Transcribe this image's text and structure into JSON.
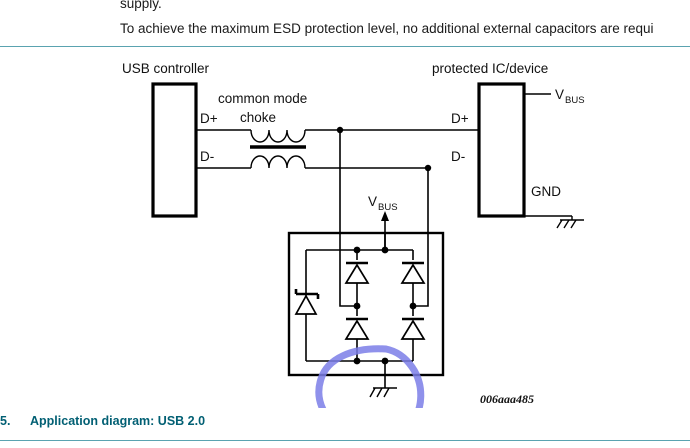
{
  "document": {
    "paragraphs": [
      {
        "id": "supply",
        "text": "supply."
      },
      {
        "id": "esd",
        "text": "To achieve the maximum ESD protection level, no additional external capacitors are requi"
      }
    ],
    "caption": {
      "number": "5.",
      "text": "Application diagram: USB 2.0",
      "color": "#015f73"
    },
    "rule_color": "#5aa3b0"
  },
  "diagram": {
    "figure_id": "006aaa485",
    "blocks": [
      {
        "name": "usb-controller",
        "label": "USB controller"
      },
      {
        "name": "protected-ic",
        "label": "protected IC/device"
      }
    ],
    "component_labels": {
      "choke_line1": "common mode",
      "choke_line2": "choke"
    },
    "pins": {
      "controller_dplus": "D+",
      "controller_dminus": "D-",
      "device_dplus": "D+",
      "device_dminus": "D-",
      "device_vbus_main": "V",
      "device_vbus_sub": "BUS",
      "device_gnd": "GND",
      "array_vbus_main": "V",
      "array_vbus_sub": "BUS"
    },
    "annotation": {
      "name": "handdrawn-circle",
      "shape": "ellipse",
      "color": "#7b7ee8",
      "target": "ground-symbol"
    },
    "esd_array": {
      "zener_count": 1,
      "diode_count": 4,
      "topology": "bridge-rectifier-with-zener-clamp"
    }
  }
}
